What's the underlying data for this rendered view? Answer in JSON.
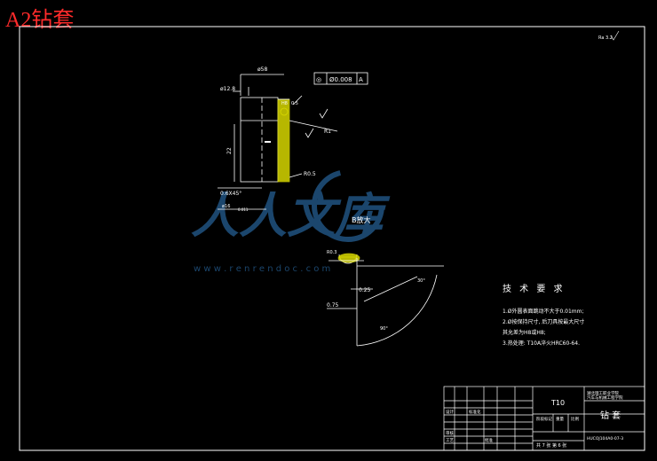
{
  "sheet_title": "A2钻套",
  "colors": {
    "background": "#000000",
    "frame": "#ffffff",
    "title_red": "#ff2b2b",
    "dims": "#ffffff",
    "hatch": "#d8d800",
    "watermark": "#1f4e79"
  },
  "roughness_note": "Ra 3.2",
  "tolerance_frame": {
    "symbol": "◎",
    "value": "Ø0.008",
    "datum": "A"
  },
  "dimensions": {
    "outer_dia": "ø58",
    "bore_dia": "ø12.8",
    "length": "22",
    "head": "H8",
    "radius_r1": "R1",
    "radius_r05": "R0.5",
    "chamfer": "0.6X45°",
    "bottom_dia": "ø16",
    "bottom_tol": "0.011",
    "run": "0.5"
  },
  "detail": {
    "label": "B放大",
    "radius": "R0.3",
    "dim1": "0.25",
    "dim2": "0.75",
    "angle1": "30°",
    "angle2": "90°"
  },
  "tech_req": {
    "title": "技 术 要 求",
    "items": [
      "1.Ø外圆表面跳动不大于0.01mm;",
      "2.Ø按保持尺寸, 后刀具按最大尺寸",
      "  其允差为H8或H8;",
      "3.热处理: T10A淬火HRC60-64."
    ]
  },
  "title_block": {
    "material": "T10",
    "school_line1": "湖北理工职业学院",
    "school_line2": "汽车与机械工程学院",
    "part_name": "钻 套",
    "drawing_no": "HUCOJ104A0-07-3",
    "sheet_info": "共 7 张 第 6 张",
    "label_design": "设计",
    "label_check": "审核",
    "label_process": "工艺",
    "label_standard": "标准化",
    "label_approve": "批准",
    "label_stage": "阶段标记",
    "label_weight": "重量",
    "label_scale": "比例"
  },
  "watermark": {
    "brand": "人人文库",
    "url": "w w w . r e n r e n d o c . c o m"
  }
}
